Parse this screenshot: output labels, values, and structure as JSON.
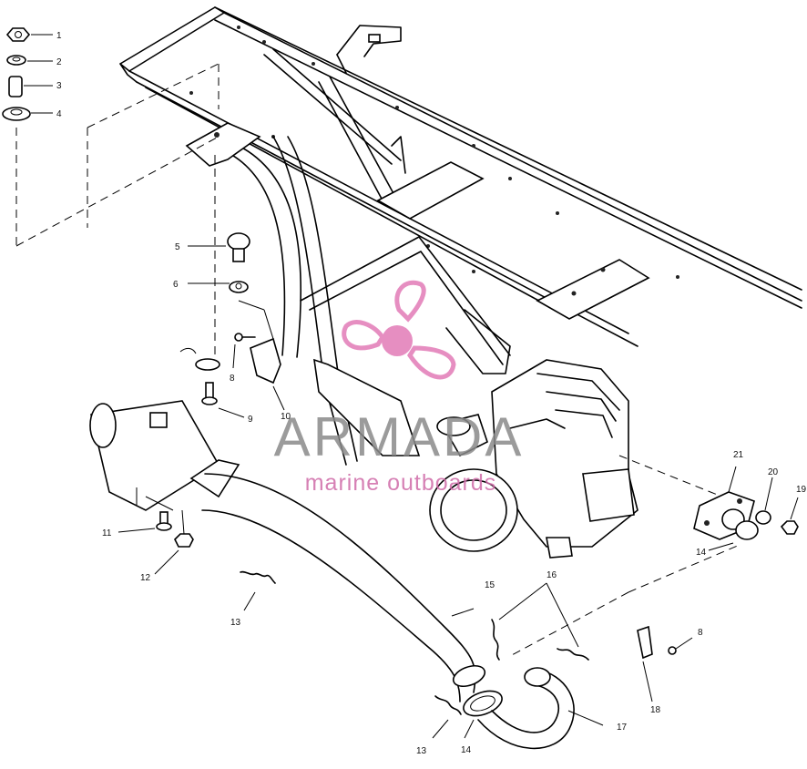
{
  "watermark": {
    "title": "ARMADA",
    "subtitle": "marine outboards",
    "logo_color": "#e27bb7",
    "title_color": "#8a8a8a"
  },
  "callouts": {
    "c1": "1",
    "c2": "2",
    "c3": "3",
    "c4": "4",
    "c5": "5",
    "c6": "6",
    "c8a": "8",
    "c9": "9",
    "c10": "10",
    "c11": "11",
    "c12": "12",
    "c13a": "13",
    "c13b": "13",
    "c14a": "14",
    "c14b": "14",
    "c15": "15",
    "c16": "16",
    "c17": "17",
    "c18": "18",
    "c8b": "8",
    "c19": "19",
    "c20": "20",
    "c21": "21"
  }
}
